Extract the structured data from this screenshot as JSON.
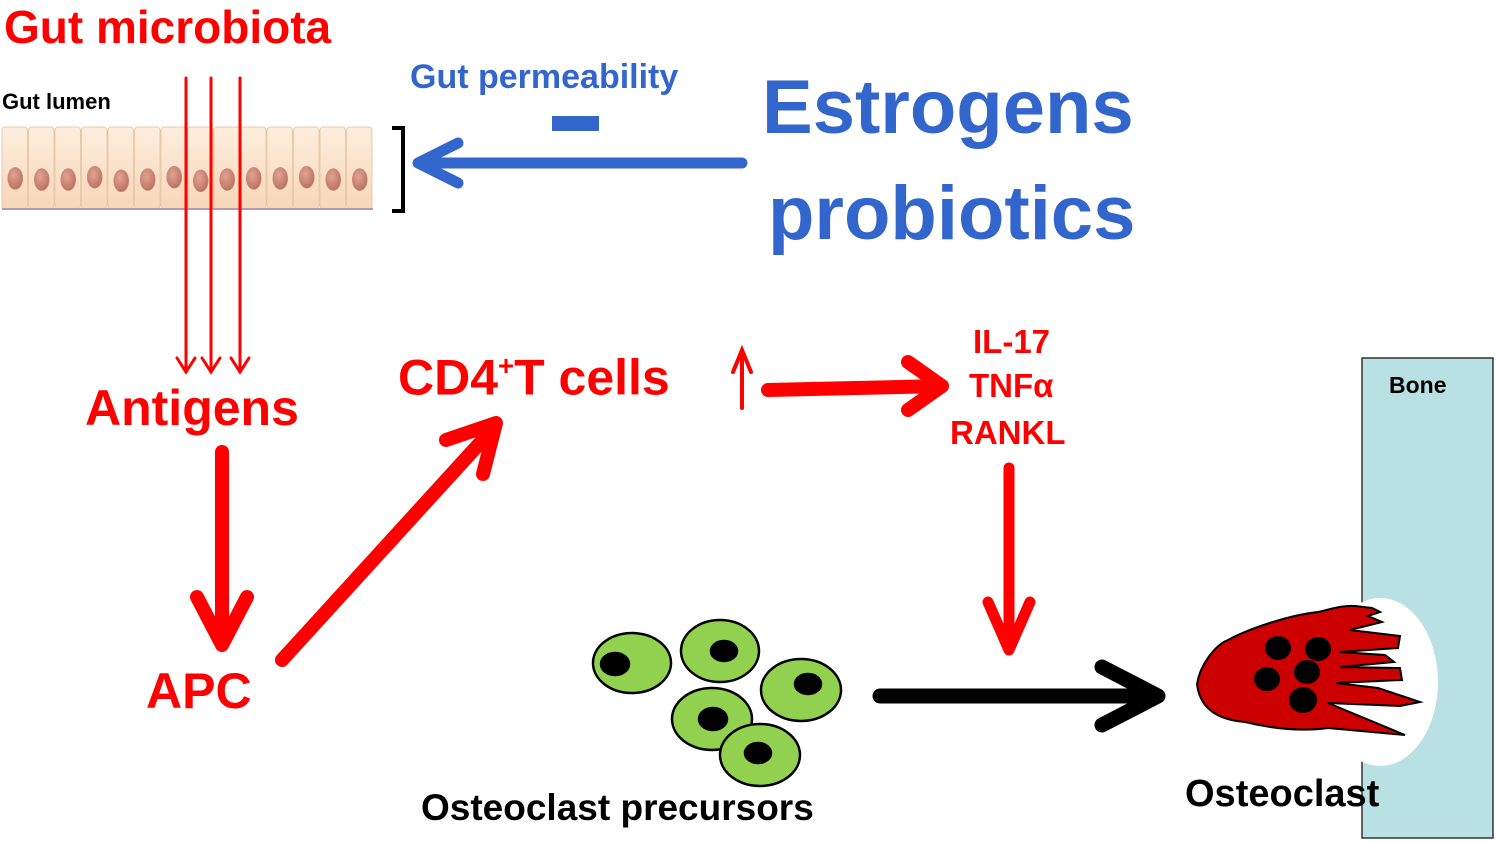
{
  "labels": {
    "gut_microbiota": "Gut microbiota",
    "gut_lumen": "Gut lumen",
    "gut_permeability": "Gut permeability",
    "inhibit_sign": "–",
    "estrogens": "Estrogens",
    "probiotics": "probiotics",
    "antigens": "Antigens",
    "apc": "APC",
    "cd4_prefix": "CD4",
    "cd4_sup": "+",
    "cd4_suffix": "T cells",
    "cytokines": [
      "IL-17",
      "TNFα",
      "RANKL"
    ],
    "bone": "Bone",
    "osteoclast_precursors": "Osteoclast precursors",
    "osteoclast": "Osteoclast"
  },
  "colors": {
    "red": "#ff0000",
    "blue": "#3366cc",
    "black": "#000000",
    "bone": "#b9e0e3",
    "precursor_cell": "#92d050",
    "osteoclast_cell": "#cc0000",
    "epithelium": "#fbe0c8",
    "nucleus": "#c98878"
  }
}
